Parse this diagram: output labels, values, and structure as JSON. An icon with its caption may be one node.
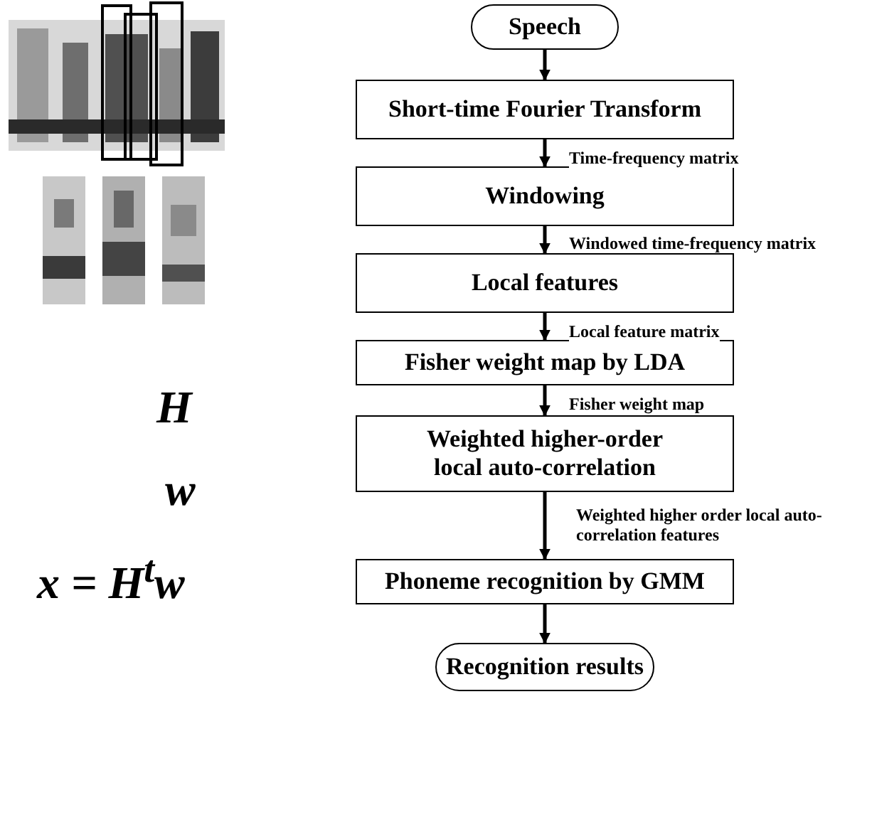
{
  "diagram": {
    "nodes": [
      {
        "text": [
          "Speech"
        ]
      },
      {
        "text": [
          "Short-time Fourier Transform"
        ]
      },
      {
        "text": [
          "Windowing"
        ]
      },
      {
        "text": [
          "Local features"
        ]
      },
      {
        "text": [
          "Fisher weight map by LDA"
        ]
      },
      {
        "text": [
          "Weighted higher-order local auto-correlation"
        ]
      },
      {
        "text": [
          "Phoneme recognition by GMM"
        ]
      },
      {
        "text": [
          "Recognition results"
        ]
      }
    ],
    "edges": [
      {
        "from": 0,
        "to": 1,
        "arrow": "to"
      },
      {
        "from": 1,
        "to": 2,
        "arrow": "to",
        "label": "Time-frequency matrix"
      },
      {
        "from": 2,
        "to": 3,
        "arrow": "to",
        "label": "Windowed time-frequency matrix"
      },
      {
        "from": 3,
        "to": 4,
        "arrow": "to",
        "label": "Local feature matrix"
      },
      {
        "from": 4,
        "to": 5,
        "arrow": "to",
        "label": "Fisher weight map"
      },
      {
        "from": 5,
        "to": 6,
        "arrow": "to",
        "label": "Weighted higher order local auto-correlation features"
      },
      {
        "from": 6,
        "to": 7,
        "arrow": "to"
      }
    ],
    "labels": [
      "H",
      "w",
      "x = H$^{t}$w"
    ]
  }
}
